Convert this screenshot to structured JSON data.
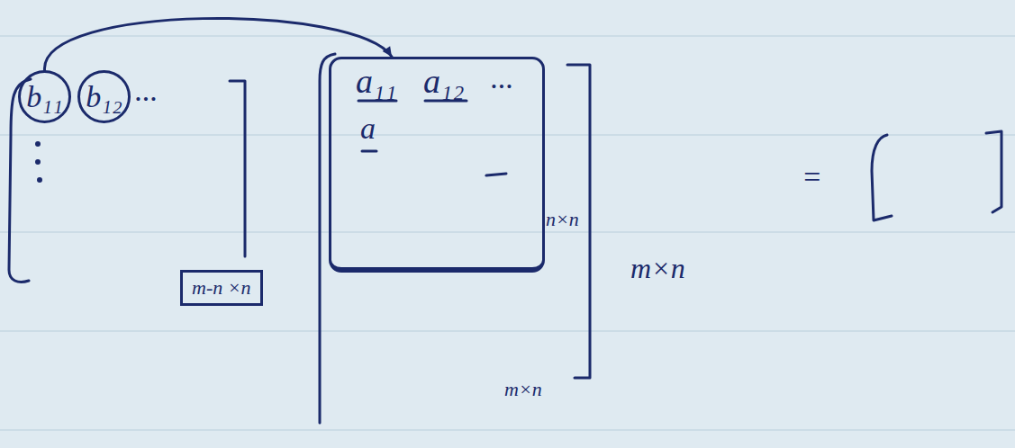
{
  "diagram": {
    "nodes": [
      {
        "text": [
          "b₁₁"
        ]
      },
      {
        "text": [
          "b₁₂"
        ]
      },
      {
        "text": [
          "n×n"
        ]
      },
      {
        "text": [
          "m-n ×n"
        ]
      }
    ],
    "edges": [
      {
        "from": 0,
        "to": 2,
        "arrow": "to"
      }
    ],
    "labels": [
      "...",
      "a₁₁",
      "a₁₂",
      "...",
      "a",
      "m×n",
      "m×n",
      "="
    ]
  }
}
